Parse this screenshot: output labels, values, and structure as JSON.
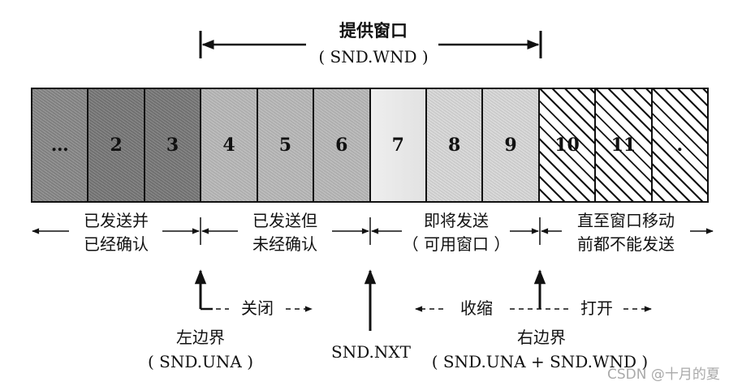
{
  "diagram": {
    "type": "tcp-send-window",
    "offered_window": {
      "title": "提供窗口",
      "subtitle": "( SND.WND )"
    },
    "cells": [
      {
        "label": "…",
        "category": "sent-acked"
      },
      {
        "label": "2",
        "category": "sent-acked"
      },
      {
        "label": "3",
        "category": "sent-acked"
      },
      {
        "label": "4",
        "category": "sent-unacked"
      },
      {
        "label": "5",
        "category": "sent-unacked"
      },
      {
        "label": "6",
        "category": "sent-unacked"
      },
      {
        "label": "7",
        "category": "usable-window"
      },
      {
        "label": "8",
        "category": "usable-window"
      },
      {
        "label": "9",
        "category": "usable-window"
      },
      {
        "label": "10",
        "category": "cannot-send"
      },
      {
        "label": "11",
        "category": "cannot-send"
      },
      {
        "label": ".",
        "category": "cannot-send"
      }
    ],
    "regions": [
      {
        "line1": "已发送并",
        "line2": "已经确认"
      },
      {
        "line1": "已发送但",
        "line2": "未经确认"
      },
      {
        "line1": "即将发送",
        "line2": "（ 可用窗口 ）"
      },
      {
        "line1": "直至窗口移动",
        "line2": "前都不能发送"
      }
    ],
    "pointers": {
      "left_edge": {
        "title": "左边界",
        "subtitle": "( SND.UNA )",
        "motion": "关闭"
      },
      "snd_nxt": {
        "label": "SND.NXT"
      },
      "right_edge": {
        "title": "右边界",
        "subtitle": "( SND.UNA + SND.WND )",
        "shrink": "收缩",
        "open": "打开"
      }
    },
    "colors": {
      "sent_acked": "#8a8a8a",
      "sent_unacked": "#b9b9b9",
      "usable": "#dcdcdc",
      "cannot_send_hatch": "#111111",
      "line": "#111111"
    }
  },
  "watermark": "CSDN @十月的夏"
}
